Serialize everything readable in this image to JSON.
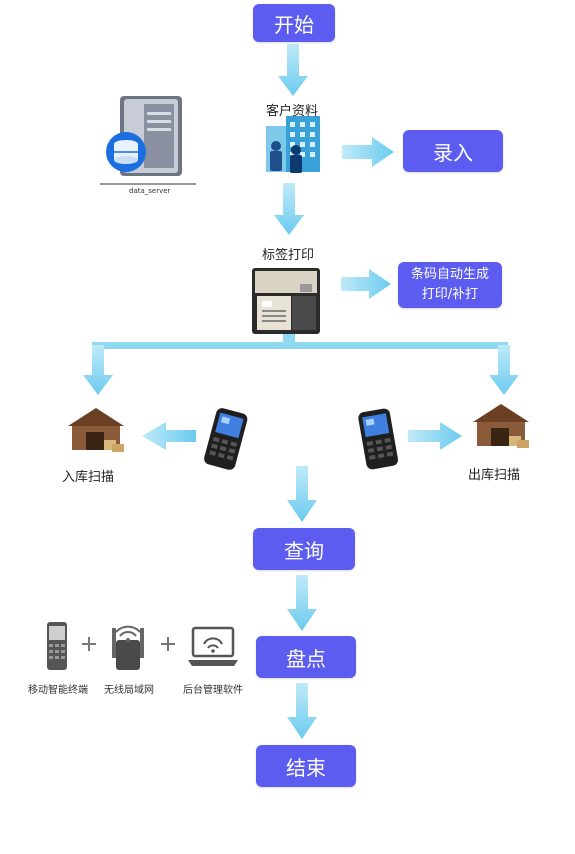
{
  "nodes": {
    "start": "开始",
    "customer_data": "客户资料",
    "entry": "录入",
    "label_print": "标签打印",
    "barcode_line1": "条码自动生成",
    "barcode_line2": "打印/补打",
    "inbound_scan": "入库扫描",
    "outbound_scan": "出库扫描",
    "query": "查询",
    "inventory": "盘点",
    "end": "结束"
  },
  "server_label": "data_server",
  "components": [
    {
      "label": "移动智能终端",
      "icon": "mobile-terminal-icon"
    },
    {
      "label": "无线局域网",
      "icon": "wifi-router-icon"
    },
    {
      "label": "后台管理软件",
      "icon": "laptop-wifi-icon"
    }
  ],
  "colors": {
    "box": "#5c5cf0",
    "arrow": "#7dd3f0",
    "warehouse": "#8a5a3b"
  }
}
